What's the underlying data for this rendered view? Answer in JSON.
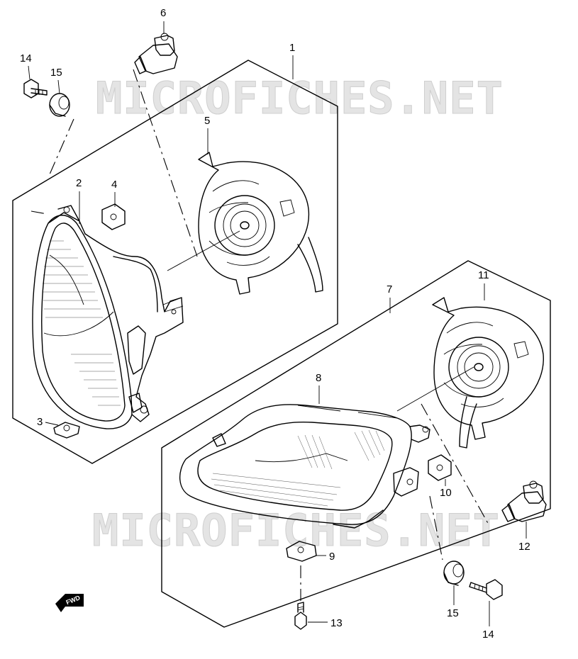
{
  "watermarks": [
    "MICROFICHES.NET",
    "MICROFICHES.NET"
  ],
  "direction_badge": "FWD",
  "part_numbers": [
    "1",
    "2",
    "3",
    "4",
    "5",
    "6",
    "7",
    "8",
    "9",
    "10",
    "11",
    "12",
    "13",
    "14",
    "15",
    "14",
    "15"
  ]
}
